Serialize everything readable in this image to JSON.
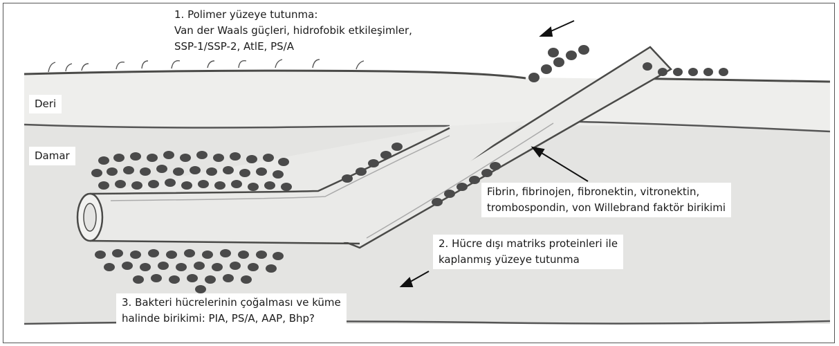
{
  "labels": {
    "step1_line1": "1. Polimer yüzeye tutunma:",
    "step1_line2": "Van der Waals güçleri, hidrofobik etkileşimler,",
    "step1_line3": "SSP-1/SSP-2, AtlE, PS/A",
    "skin": "Deri",
    "vessel": "Damar",
    "proteins_line1": "Fibrin, fibrinojen, fibronektin, vitronektin,",
    "proteins_line2": "trombospondin, von Willebrand faktör birikimi",
    "step2_line1": "2. Hücre dışı matriks proteinleri ile",
    "step2_line2": "kaplanmış yüzeye tutunma",
    "step3_line1": "3. Bakteri hücrelerinin çoğalması ve küme",
    "step3_line2": "halinde birikimi: PIA, PS/A, AAP, Bhp?"
  },
  "colors": {
    "tissue": "#e6e6e4",
    "skin_band": "#efefed",
    "outline": "#4a4a48",
    "bacteria": "#4a4a4a",
    "catheter": "#e9e9e7"
  },
  "icons": {
    "bacterium": "bacterium-cluster-icon",
    "arrow": "arrow-icon"
  }
}
